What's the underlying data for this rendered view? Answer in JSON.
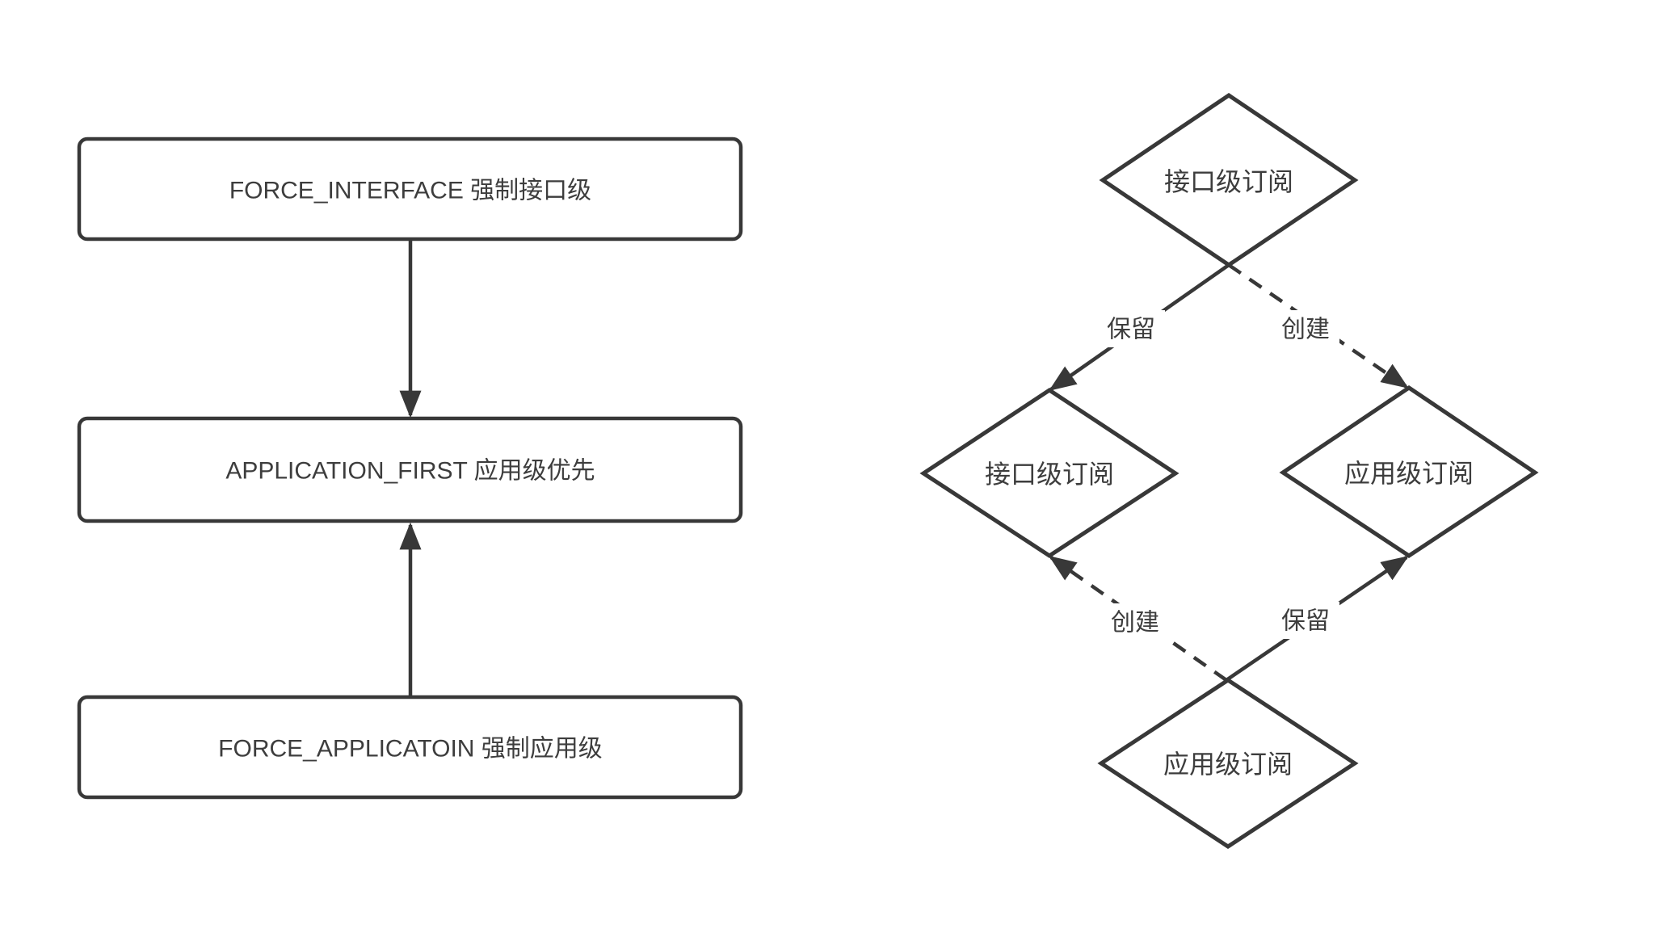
{
  "title": "subscription-level-strategy-diagram",
  "colors": {
    "background": "#ffffff",
    "stroke": "#383838",
    "text": "#3d3d3d"
  },
  "left_flow": {
    "boxes": [
      {
        "id": "force_interface",
        "label": "FORCE_INTERFACE 强制接口级"
      },
      {
        "id": "application_first",
        "label": "APPLICATION_FIRST 应用级优先"
      },
      {
        "id": "force_application",
        "label": "FORCE_APPLICATOIN 强制应用级"
      }
    ],
    "edges": [
      {
        "from": "force_interface",
        "to": "application_first",
        "style": "solid",
        "direction": "down"
      },
      {
        "from": "force_application",
        "to": "application_first",
        "style": "solid",
        "direction": "up"
      }
    ]
  },
  "right_flow": {
    "nodes": [
      {
        "id": "top",
        "label": "接口级订阅"
      },
      {
        "id": "mid_left",
        "label": "接口级订阅"
      },
      {
        "id": "mid_right",
        "label": "应用级订阅"
      },
      {
        "id": "bottom",
        "label": "应用级订阅"
      }
    ],
    "edges": [
      {
        "from": "top",
        "to": "mid_left",
        "label": "保留",
        "style": "solid"
      },
      {
        "from": "top",
        "to": "mid_right",
        "label": "创建",
        "style": "dashed"
      },
      {
        "from": "bottom",
        "to": "mid_left",
        "label": "创建",
        "style": "dashed"
      },
      {
        "from": "bottom",
        "to": "mid_right",
        "label": "保留",
        "style": "solid"
      }
    ]
  }
}
